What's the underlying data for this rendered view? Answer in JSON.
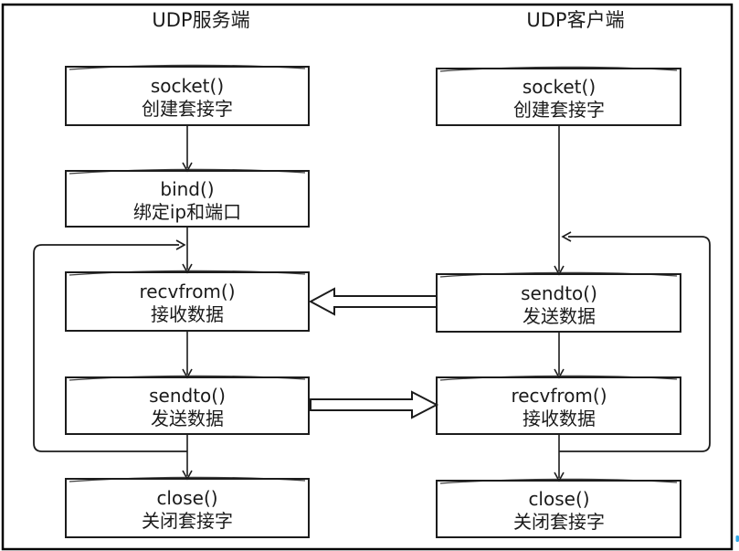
{
  "diagram": {
    "type": "flowchart",
    "server": {
      "title": "UDP服务端",
      "steps": [
        {
          "func": "socket()",
          "desc": "创建套接字"
        },
        {
          "func": "bind()",
          "desc": "绑定ip和端口"
        },
        {
          "func": "recvfrom()",
          "desc": "接收数据"
        },
        {
          "func": "sendto()",
          "desc": "发送数据"
        },
        {
          "func": "close()",
          "desc": "关闭套接字"
        }
      ]
    },
    "client": {
      "title": "UDP客户端",
      "steps": [
        {
          "func": "socket()",
          "desc": "创建套接字"
        },
        {
          "func": "sendto()",
          "desc": "发送数据"
        },
        {
          "func": "recvfrom()",
          "desc": "接收数据"
        },
        {
          "func": "close()",
          "desc": "关闭套接字"
        }
      ]
    },
    "colors": {
      "stroke": "#1c1c1c",
      "background": "#ffffff",
      "artifact_blue": "#2fa8e8"
    }
  }
}
